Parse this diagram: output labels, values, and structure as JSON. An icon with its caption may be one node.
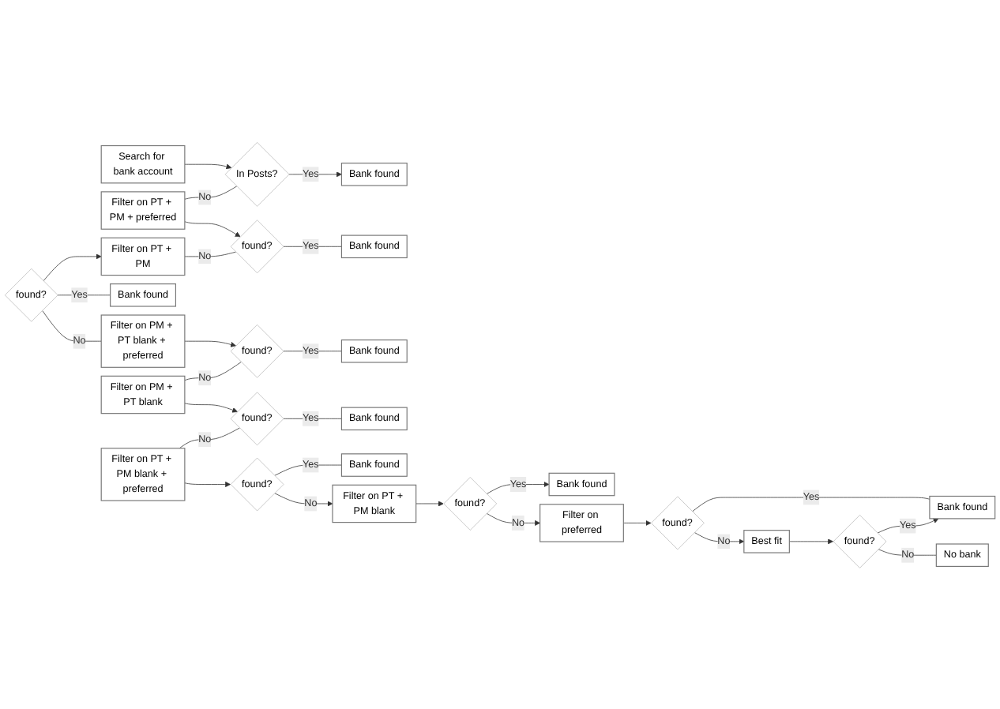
{
  "diagram": {
    "nodes": [
      {
        "text": [
          "Search for bank account"
        ]
      },
      {
        "text": [
          "In Posts?"
        ]
      },
      {
        "text": [
          "Bank found"
        ]
      },
      {
        "text": [
          "Filter on PT + PM + preferred"
        ]
      },
      {
        "text": [
          "found?"
        ]
      },
      {
        "text": [
          "Bank found"
        ]
      },
      {
        "text": [
          "Filter on PT + PM"
        ]
      },
      {
        "text": [
          "found?"
        ]
      },
      {
        "text": [
          "Bank found"
        ]
      },
      {
        "text": [
          "Filter on PM + PT blank + preferred"
        ]
      },
      {
        "text": [
          "found?"
        ]
      },
      {
        "text": [
          "Bank found"
        ]
      },
      {
        "text": [
          "Filter on PM + PT blank"
        ]
      },
      {
        "text": [
          "found?"
        ]
      },
      {
        "text": [
          "Bank found"
        ]
      },
      {
        "text": [
          "Filter on PT + PM blank + preferred"
        ]
      },
      {
        "text": [
          "found?"
        ]
      },
      {
        "text": [
          "Bank found"
        ]
      },
      {
        "text": [
          "Filter on PT + PM blank"
        ]
      },
      {
        "text": [
          "found?"
        ]
      },
      {
        "text": [
          "Bank found"
        ]
      },
      {
        "text": [
          "Filter on preferred"
        ]
      },
      {
        "text": [
          "found?"
        ]
      },
      {
        "text": [
          "Bank found"
        ]
      },
      {
        "text": [
          "Best fit"
        ]
      },
      {
        "text": [
          "found?"
        ]
      },
      {
        "text": [
          "No bank"
        ]
      }
    ],
    "edges": [
      {
        "from": 0,
        "to": 1,
        "arrow": "to"
      },
      {
        "from": 1,
        "to": 2,
        "arrow": "to",
        "label": "Yes"
      },
      {
        "from": 1,
        "to": 3,
        "arrow": "none",
        "label": "No"
      },
      {
        "from": 3,
        "to": 4,
        "arrow": "to"
      },
      {
        "from": 4,
        "to": 5,
        "arrow": "none",
        "label": "Yes"
      },
      {
        "from": 4,
        "to": 6,
        "arrow": "none",
        "label": "No"
      },
      {
        "from": 7,
        "to": 6,
        "arrow": "to"
      },
      {
        "from": 7,
        "to": 8,
        "arrow": "none",
        "label": "Yes"
      },
      {
        "from": 7,
        "to": 9,
        "arrow": "none",
        "label": "No"
      },
      {
        "from": 9,
        "to": 10,
        "arrow": "to"
      },
      {
        "from": 10,
        "to": 11,
        "arrow": "none",
        "label": "Yes"
      },
      {
        "from": 10,
        "to": 12,
        "arrow": "none",
        "label": "No"
      },
      {
        "from": 12,
        "to": 13,
        "arrow": "to"
      },
      {
        "from": 13,
        "to": 14,
        "arrow": "none",
        "label": "Yes"
      },
      {
        "from": 13,
        "to": 15,
        "arrow": "none",
        "label": "No"
      },
      {
        "from": 15,
        "to": 16,
        "arrow": "to"
      },
      {
        "from": 16,
        "to": 17,
        "arrow": "none",
        "label": "Yes"
      },
      {
        "from": 16,
        "to": 18,
        "arrow": "to",
        "label": "No"
      },
      {
        "from": 18,
        "to": 19,
        "arrow": "to"
      },
      {
        "from": 19,
        "to": 20,
        "arrow": "to",
        "label": "Yes"
      },
      {
        "from": 19,
        "to": 21,
        "arrow": "to",
        "label": "No"
      },
      {
        "from": 21,
        "to": 22,
        "arrow": "to"
      },
      {
        "from": 22,
        "to": 23,
        "arrow": "none",
        "label": "Yes"
      },
      {
        "from": 22,
        "to": 24,
        "arrow": "to",
        "label": "No"
      },
      {
        "from": 24,
        "to": 25,
        "arrow": "to"
      },
      {
        "from": 25,
        "to": 23,
        "arrow": "to",
        "label": "Yes"
      },
      {
        "from": 25,
        "to": 26,
        "arrow": "none",
        "label": "No"
      }
    ]
  }
}
